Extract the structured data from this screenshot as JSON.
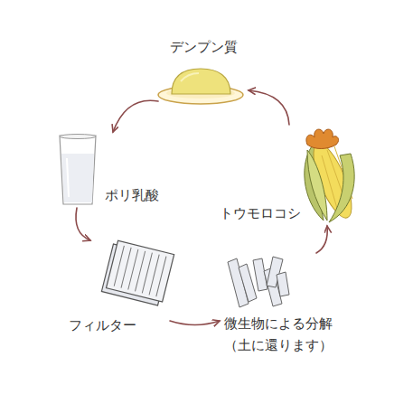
{
  "diagram": {
    "nodes": [
      {
        "text": [
          "デンプン質"
        ]
      },
      {
        "text": [
          "ポリ乳酸"
        ]
      },
      {
        "text": [
          "フィルター"
        ]
      },
      {
        "text": [
          "微生物による分解 （土に還ります）"
        ]
      },
      {
        "text": [
          "トウモロコシ"
        ]
      }
    ],
    "edges": [
      {
        "from": 0,
        "to": 1,
        "arrow": "to"
      },
      {
        "from": 1,
        "to": 2,
        "arrow": "to"
      },
      {
        "from": 2,
        "to": 3,
        "arrow": "to"
      },
      {
        "from": 3,
        "to": 4,
        "arrow": "to"
      },
      {
        "from": 4,
        "to": 0,
        "arrow": "to"
      }
    ]
  }
}
